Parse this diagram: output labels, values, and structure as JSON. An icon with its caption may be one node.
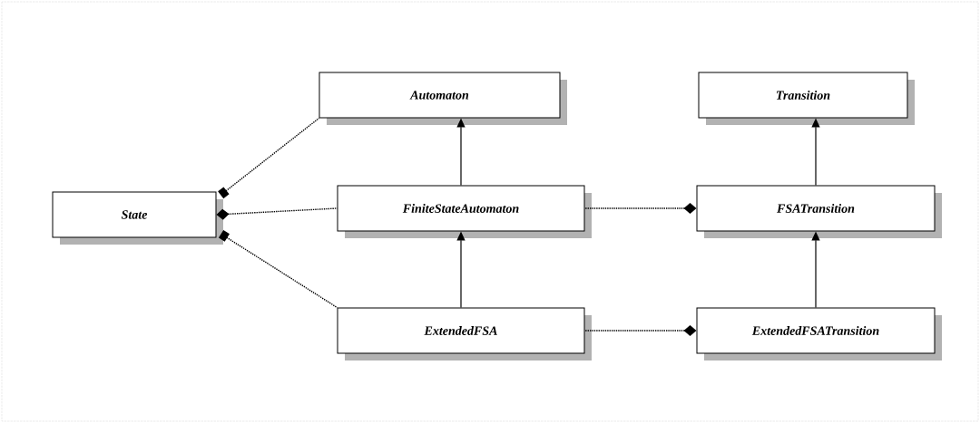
{
  "diagram": {
    "nodes": [
      {
        "text": [
          "State"
        ]
      },
      {
        "text": [
          "Automaton"
        ]
      },
      {
        "text": [
          "FiniteStateAutomaton"
        ]
      },
      {
        "text": [
          "ExtendedFSA"
        ]
      },
      {
        "text": [
          "Transition"
        ]
      },
      {
        "text": [
          "FSATransition"
        ]
      },
      {
        "text": [
          "ExtendedFSATransition"
        ]
      }
    ],
    "edges": [
      {
        "from": 0,
        "to": 1,
        "arrow": "other",
        "style": "dashed"
      },
      {
        "from": 0,
        "to": 2,
        "arrow": "other",
        "style": "dashed"
      },
      {
        "from": 0,
        "to": 3,
        "arrow": "other",
        "style": "dashed"
      },
      {
        "from": 2,
        "to": 1,
        "arrow": "to"
      },
      {
        "from": 3,
        "to": 2,
        "arrow": "to"
      },
      {
        "from": 5,
        "to": 4,
        "arrow": "to"
      },
      {
        "from": 6,
        "to": 5,
        "arrow": "to"
      },
      {
        "from": 5,
        "to": 2,
        "arrow": "other",
        "style": "dashed"
      },
      {
        "from": 6,
        "to": 3,
        "arrow": "other",
        "style": "dashed"
      }
    ]
  }
}
